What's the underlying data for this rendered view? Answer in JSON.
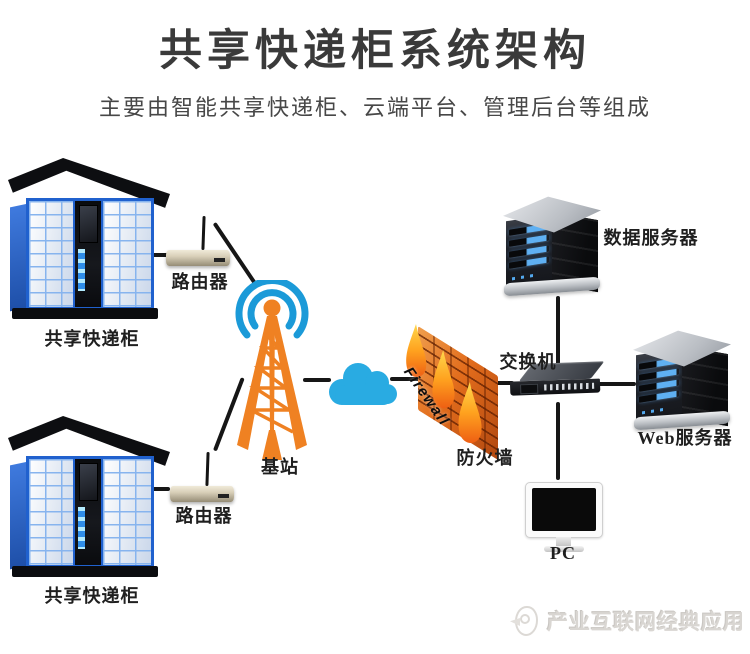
{
  "header": {
    "title": "共享快递柜系统架构",
    "subtitle": "主要由智能共享快递柜、云端平台、管理后台等组成"
  },
  "nodes": {
    "locker_top": {
      "label": "共享快递柜"
    },
    "locker_bottom": {
      "label": "共享快递柜"
    },
    "router_top": {
      "label": "路由器"
    },
    "router_bottom": {
      "label": "路由器"
    },
    "base_station": {
      "label": "基站"
    },
    "firewall": {
      "label": "防火墙",
      "banner": "Firewall"
    },
    "switch": {
      "label": "交换机"
    },
    "data_server": {
      "label": "数据服务器"
    },
    "web_server": {
      "label": "Web服务器"
    },
    "pc": {
      "label": "PC"
    }
  },
  "watermark": {
    "text": "产业互联网经典应用"
  },
  "colors": {
    "tower_orange": "#ef8122",
    "signal_blue": "#1b9ad8",
    "cloud_blue": "#29abe2",
    "locker_blue": "#2061ce",
    "flame_yellow": "#ffd84d",
    "flame_orange": "#ee5f13",
    "connector_black": "#161616"
  }
}
